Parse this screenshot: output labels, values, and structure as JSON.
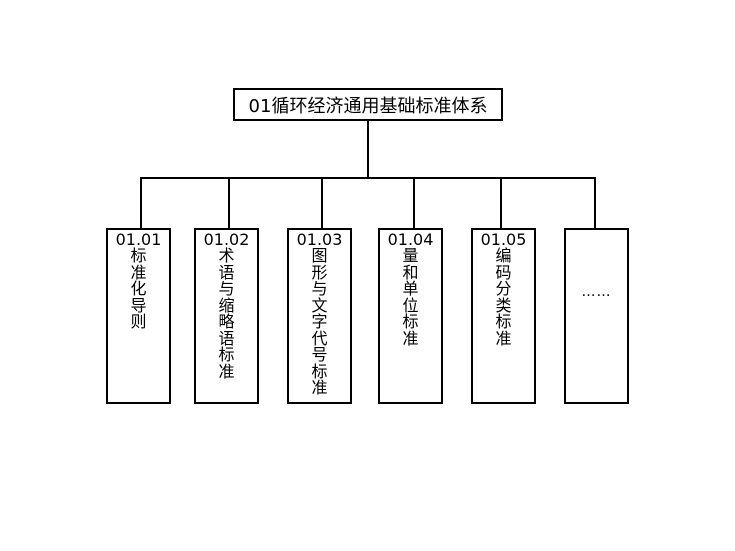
{
  "root": {
    "label": "01循环经济通用基础标准体系"
  },
  "children": [
    {
      "code": "01.01",
      "name": "标准化导则"
    },
    {
      "code": "01.02",
      "name": "术语与缩略语标准"
    },
    {
      "code": "01.03",
      "name": "图形与文字代号标准"
    },
    {
      "code": "01.04",
      "name": "量和单位标准"
    },
    {
      "code": "01.05",
      "name": "编码分类标准"
    },
    {
      "code": "",
      "name": "……"
    }
  ]
}
